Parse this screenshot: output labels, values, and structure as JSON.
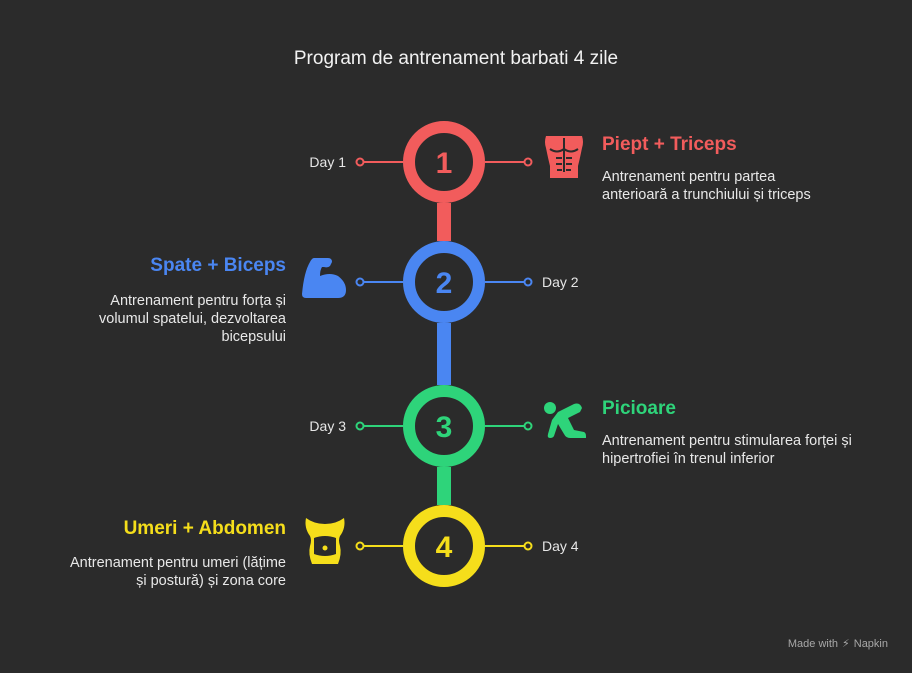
{
  "title": "Program de antrenament barbati 4 zile",
  "steps": [
    {
      "number": "1",
      "day": "Day 1",
      "heading": "Piept + Triceps",
      "description": "Antrenament pentru partea anterioară a trunchiului și triceps",
      "color": "#f25c5c",
      "icon": "torso-chest-icon"
    },
    {
      "number": "2",
      "day": "Day 2",
      "heading": "Spate + Biceps",
      "description": "Antrenament pentru forța și volumul spatelui, dezvoltarea bicepsului",
      "color": "#4a86f2",
      "icon": "flexed-biceps-icon"
    },
    {
      "number": "3",
      "day": "Day 3",
      "heading": "Picioare",
      "description": "Antrenament pentru stimularea forței și hipertrofiei în trenul inferior",
      "color": "#2ed47a",
      "icon": "squatting-person-icon"
    },
    {
      "number": "4",
      "day": "Day 4",
      "heading": "Umeri + Abdomen",
      "description": "Antrenament pentru umeri (lățime și postură) și zona core",
      "color": "#f5de1b",
      "icon": "torso-abs-icon"
    }
  ],
  "footer": {
    "made_with": "Made with",
    "brand": "Napkin"
  }
}
